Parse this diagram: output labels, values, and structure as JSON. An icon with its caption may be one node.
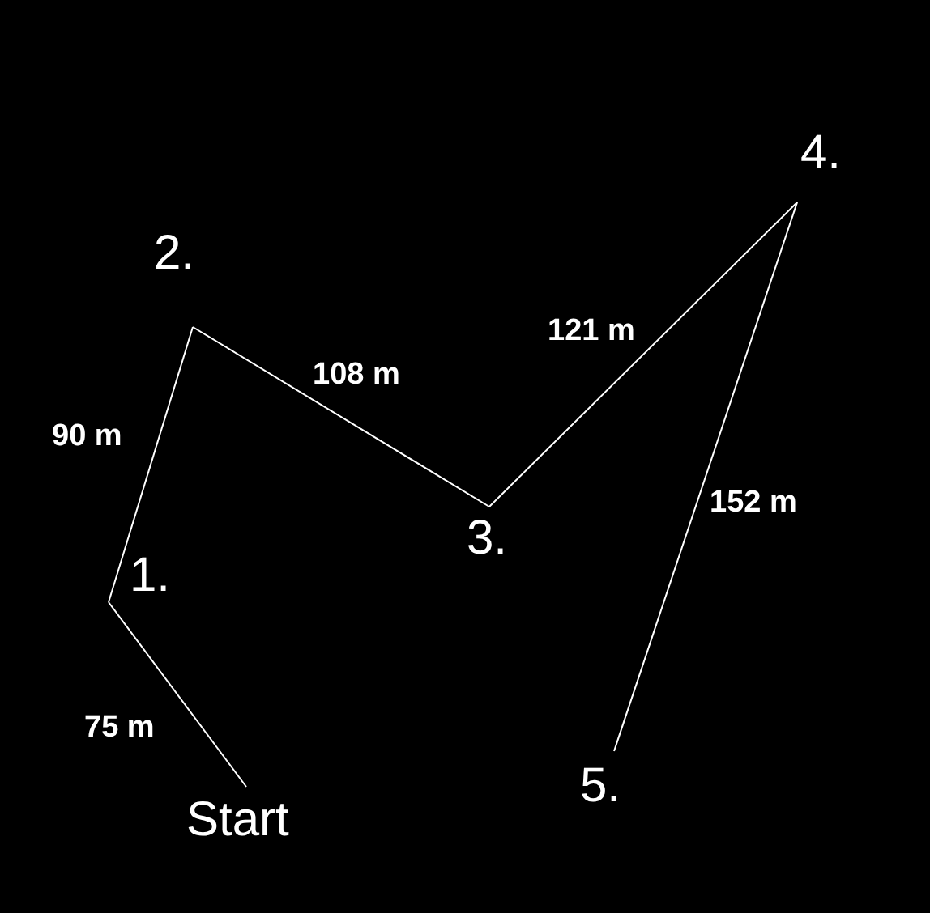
{
  "diagram": {
    "nodes": [
      {
        "text": [
          "Start"
        ]
      },
      {
        "text": [
          "1."
        ]
      },
      {
        "text": [
          "2."
        ]
      },
      {
        "text": [
          "3."
        ]
      },
      {
        "text": [
          "4."
        ]
      },
      {
        "text": [
          "5."
        ]
      }
    ],
    "edges": [
      {
        "from": 0,
        "to": 1,
        "arrow": "none",
        "label": "75 m"
      },
      {
        "from": 1,
        "to": 2,
        "arrow": "none",
        "label": "90 m"
      },
      {
        "from": 2,
        "to": 3,
        "arrow": "none",
        "label": "108 m"
      },
      {
        "from": 3,
        "to": 4,
        "arrow": "none",
        "label": "121 m"
      },
      {
        "from": 4,
        "to": 5,
        "arrow": "none",
        "label": "152 m"
      }
    ]
  }
}
